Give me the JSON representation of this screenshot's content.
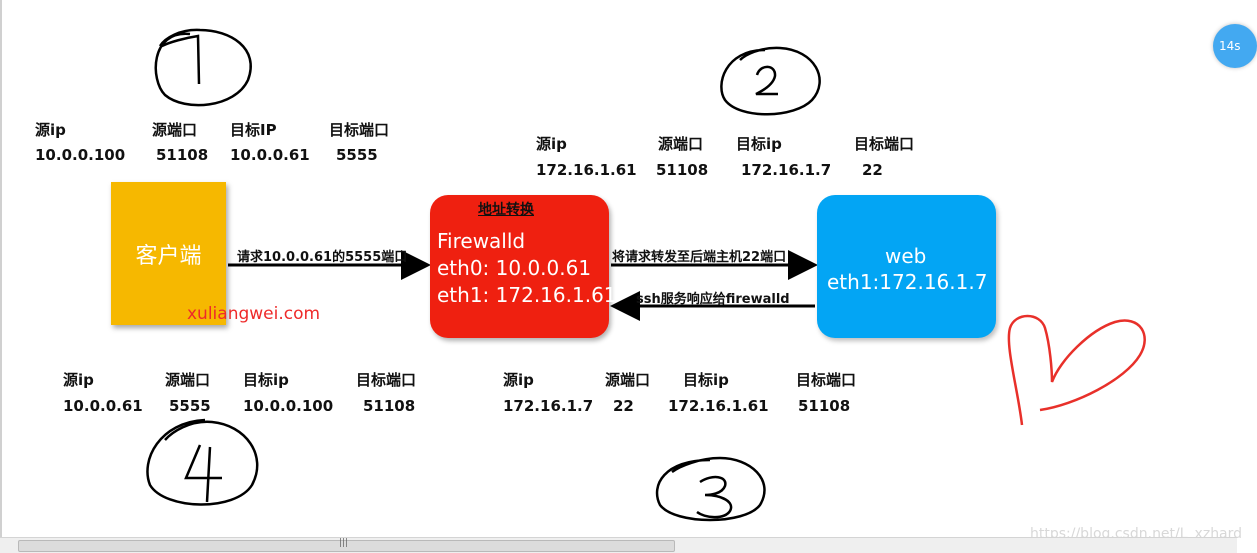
{
  "steps": {
    "one": {
      "headers": [
        "源ip",
        "源端口",
        "目标IP",
        "目标端口"
      ],
      "values": [
        "10.0.0.100",
        "51108",
        "10.0.0.61",
        "5555"
      ]
    },
    "two": {
      "headers": [
        "源ip",
        "源端口",
        "目标ip",
        "目标端口"
      ],
      "values": [
        "172.16.1.61",
        "51108",
        "172.16.1.7",
        "22"
      ]
    },
    "three": {
      "headers": [
        "源ip",
        "源端口",
        "目标ip",
        "目标端口"
      ],
      "values": [
        "172.16.1.7",
        "22",
        "172.16.1.61",
        "51108"
      ]
    },
    "four": {
      "headers": [
        "源ip",
        "源端口",
        "目标ip",
        "目标端口"
      ],
      "values": [
        "10.0.0.61",
        "5555",
        "10.0.0.100",
        "51108"
      ]
    }
  },
  "client": {
    "label": "客户端"
  },
  "firewall": {
    "nat_label": "地址转换",
    "name": "Firewalld",
    "eth0": "eth0: 10.0.0.61",
    "eth1": "eth1: 172.16.1.61"
  },
  "web": {
    "name": "web",
    "eth1": "eth1:172.16.1.7"
  },
  "arrows": {
    "client_to_fw": "请求10.0.0.61的5555端口",
    "fw_to_web": "将请求转发至后端主机22端口",
    "web_to_fw": "ssh服务响应给firewalld"
  },
  "watermark": "xuliangwei.com",
  "source_watermark": "https://blog.csdn.net/L_xzhard",
  "float_badge": "14s",
  "colors": {
    "client": "#f6b800",
    "firewall": "#ef2010",
    "web": "#03a5f4",
    "heart": "#e8302a"
  }
}
